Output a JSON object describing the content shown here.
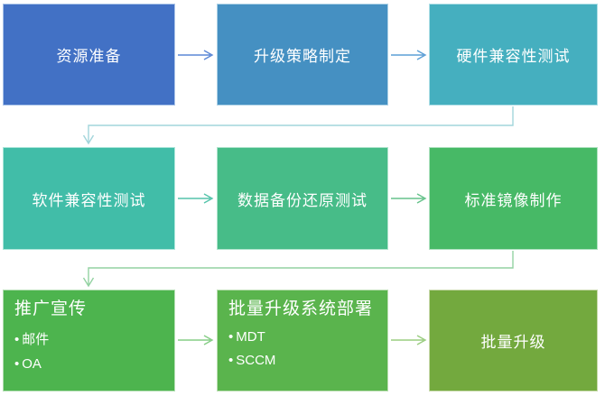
{
  "figure": {
    "background": "#ffffff",
    "bullet_char": "•"
  },
  "chart_data": {
    "type": "flowchart",
    "title": "",
    "steps_in_order": [
      "资源准备",
      "升级策略制定",
      "硬件兼容性测试",
      "软件兼容性测试",
      "数据备份还原测试",
      "标准镜像制作",
      "推广宣传",
      "批量升级系统部署",
      "批量升级"
    ]
  },
  "nodes": [
    {
      "label": "资源准备",
      "colors": {
        "fill": "#4271c5",
        "border": "#a9c3e8"
      }
    },
    {
      "label": "升级策略制定",
      "colors": {
        "fill": "#4590c2",
        "border": "#aed2e6"
      }
    },
    {
      "label": "硬件兼容性测试",
      "colors": {
        "fill": "#45afbf",
        "border": "#aedee6"
      }
    },
    {
      "label": "软件兼容性测试",
      "colors": {
        "fill": "#41bda8",
        "border": "#ace6da"
      }
    },
    {
      "label": "数据备份还原测试",
      "colors": {
        "fill": "#47bc88",
        "border": "#b0e4cd"
      }
    },
    {
      "label": "标准镜像制作",
      "colors": {
        "fill": "#47b966",
        "border": "#b0e2c1"
      }
    },
    {
      "label": "推广宣传",
      "bullets": [
        "邮件",
        "OA"
      ],
      "colors": {
        "fill": "#4db44e",
        "border": "#b4dfb4"
      }
    },
    {
      "label": "批量升级系统部署",
      "bullets": [
        "MDT",
        "SCCM"
      ],
      "colors": {
        "fill": "#5ab44d",
        "border": "#bcdfb3"
      }
    },
    {
      "label": "批量升级",
      "colors": {
        "fill": "#73a93e",
        "border": "#c8d9ab"
      }
    }
  ],
  "arrows": {
    "row1_a": "#5b87d5",
    "row1_b": "#5c9fd6",
    "row2_a": "#55c4ab",
    "row2_b": "#66c28b",
    "row3_a": "#85cd85",
    "row3_b": "#9acd80",
    "conn_1_2": "#a2d5db",
    "conn_2_3": "#93d2a2"
  }
}
